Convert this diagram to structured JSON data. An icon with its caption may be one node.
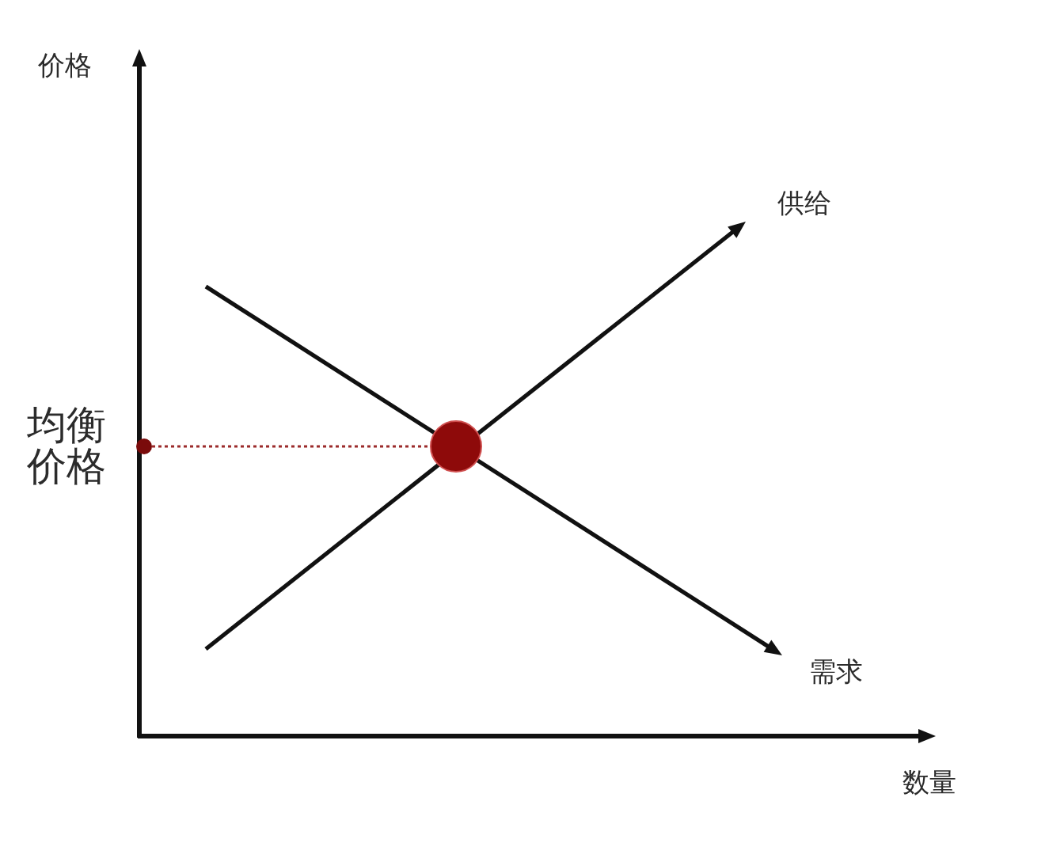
{
  "diagram": {
    "labels": [
      "价格",
      "供给",
      "均衡价格",
      "需求",
      "数量"
    ]
  }
}
